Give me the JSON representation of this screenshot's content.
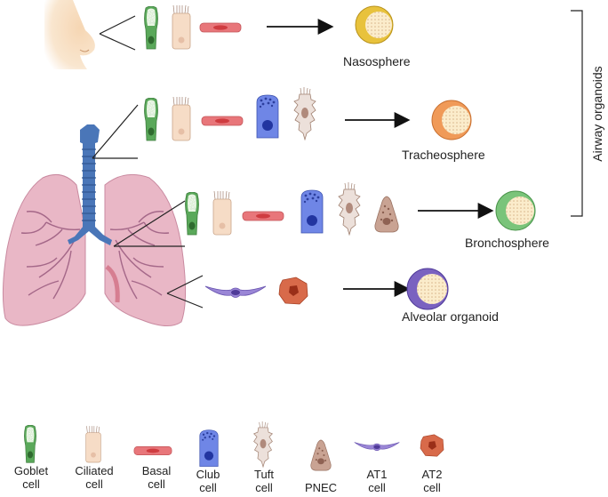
{
  "organoids": {
    "nasosphere": "Nasosphere",
    "tracheosphere": "Tracheosphere",
    "bronchosphere": "Bronchosphere",
    "alveolar": "Alveolar organoid"
  },
  "bracket_label": "Airway organoids",
  "legend": {
    "goblet": [
      "Goblet",
      "cell"
    ],
    "ciliated": [
      "Ciliated",
      "cell"
    ],
    "basal": [
      "Basal",
      "cell"
    ],
    "club": [
      "Club",
      "cell"
    ],
    "tuft": [
      "Tuft",
      "cell"
    ],
    "pnec": [
      "PNEC"
    ],
    "at1": [
      "AT1",
      "cell"
    ],
    "at2": [
      "AT2",
      "cell"
    ]
  },
  "colors": {
    "goblet": "#5aa85a",
    "ciliated": "#f6dcc6",
    "basal": "#e8767a",
    "club": "#6f86e6",
    "tuft": "#e8d8d0",
    "pnec": "#c9a393",
    "at1": "#9a86d6",
    "at2": "#d86a4a",
    "lung": "#e9b7c6",
    "trachea": "#4a76b8",
    "naso": "#e8c23c",
    "trach_sphere": "#f09a58",
    "broncho": "#7ac47a",
    "alveolar": "#7a62c0"
  }
}
